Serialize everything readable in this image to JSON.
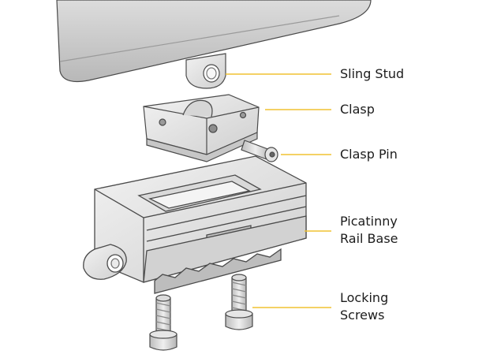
{
  "diagram": {
    "leader_color": "#f0c232",
    "part_fill": "#e2e2e2",
    "part_shade": "#c9c9c9",
    "outline_color": "#5a5a5a",
    "labels": [
      {
        "id": "sling-stud",
        "lines": [
          "Sling Stud"
        ]
      },
      {
        "id": "clasp",
        "lines": [
          "Clasp"
        ]
      },
      {
        "id": "clasp-pin",
        "lines": [
          "Clasp Pin"
        ]
      },
      {
        "id": "picatinny-rail-base",
        "lines": [
          "Picatinny",
          "Rail Base"
        ]
      },
      {
        "id": "locking-screws",
        "lines": [
          "Locking",
          "Screws"
        ]
      }
    ]
  }
}
